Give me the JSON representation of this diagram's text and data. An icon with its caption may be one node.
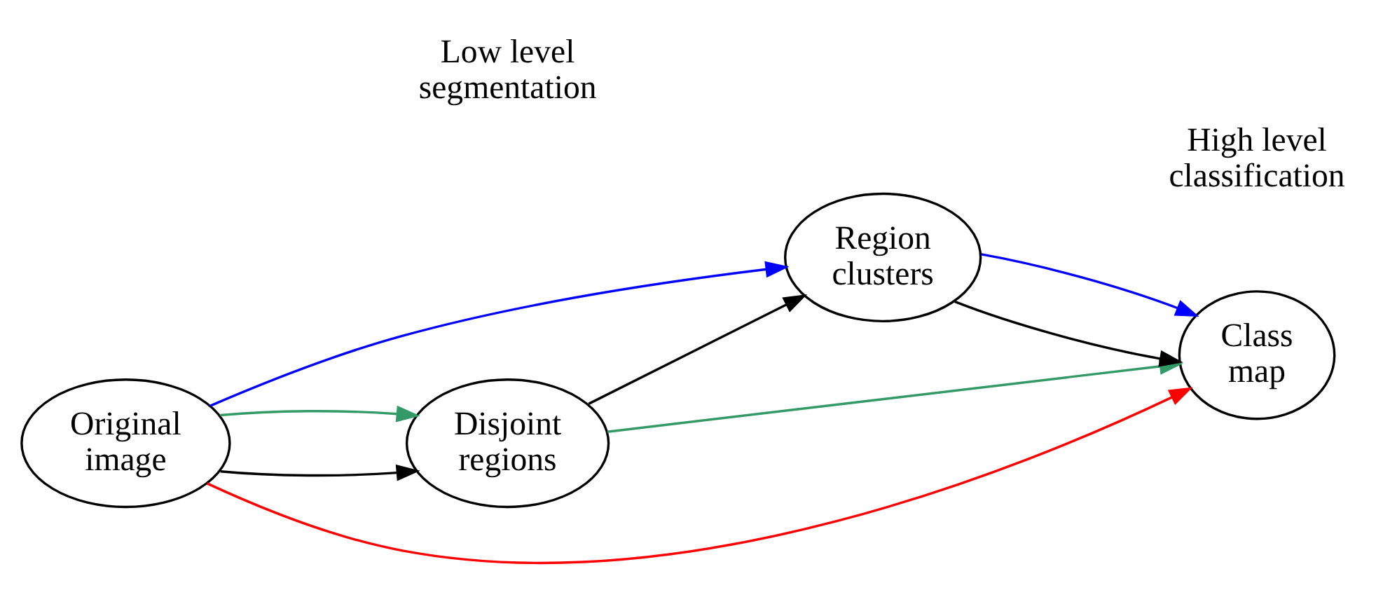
{
  "diagram": {
    "nodes": [
      {
        "text": [
          "Original image"
        ]
      },
      {
        "text": [
          "Disjoint regions"
        ]
      },
      {
        "text": [
          "Region clusters"
        ]
      },
      {
        "text": [
          "Class map"
        ]
      }
    ],
    "edges": [
      {
        "from": 0,
        "to": 1,
        "arrow": "to"
      },
      {
        "from": 1,
        "to": 2,
        "arrow": "to"
      },
      {
        "from": 2,
        "to": 3,
        "arrow": "to"
      },
      {
        "from": 0,
        "to": 3,
        "arrow": "to",
        "color": "#ff0000"
      },
      {
        "from": 1,
        "to": 3,
        "arrow": "to",
        "color": "#339966"
      },
      {
        "from": 0,
        "to": 2,
        "arrow": "to",
        "color": "#0000ff"
      },
      {
        "from": 0,
        "to": 1,
        "arrow": "to",
        "color": "#339966"
      },
      {
        "from": 2,
        "to": 3,
        "arrow": "to",
        "color": "#0000ff"
      }
    ],
    "labels": [
      "Low level segmentation",
      "High level classification"
    ]
  }
}
